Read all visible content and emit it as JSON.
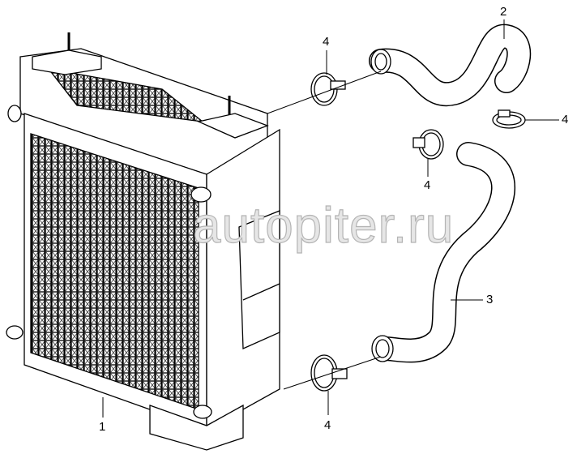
{
  "diagram": {
    "watermark": "autopiter.ru",
    "callouts": [
      {
        "id": "clamp-top",
        "text": "4"
      },
      {
        "id": "upper-hose",
        "text": "2"
      },
      {
        "id": "clamp-right",
        "text": "4"
      },
      {
        "id": "clamp-mid",
        "text": "4"
      },
      {
        "id": "lower-hose",
        "text": "3"
      },
      {
        "id": "clamp-bottom",
        "text": "4"
      },
      {
        "id": "radiator",
        "text": "1"
      }
    ]
  }
}
